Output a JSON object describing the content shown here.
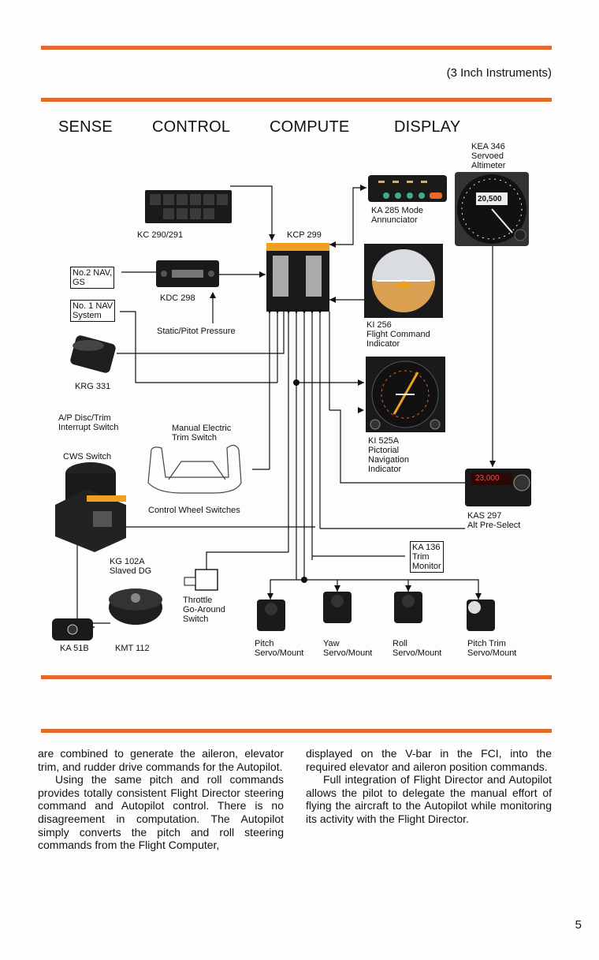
{
  "header": {
    "subtitle": "(3 Inch Instruments)"
  },
  "columns": [
    "SENSE",
    "CONTROL",
    "COMPUTE",
    "DISPLAY"
  ],
  "components": {
    "kea346": "KEA 346\nServoed\nAltimeter",
    "ka285": "KA 285 Mode\nAnnunciator",
    "kc290": "KC 290/291",
    "kcp299": "KCP 299",
    "nav2": "No.2 NAV,\nGS",
    "nav1": "No. 1 NAV\nSystem",
    "kdc298": "KDC 298",
    "static_pitot": "Static/Pitot Pressure",
    "ki256": "KI 256\nFlight Command\nIndicator",
    "krg331": "KRG 331",
    "ap_disc": "A/P Disc/Trim\nInterrupt Switch",
    "manual_trim": "Manual Electric\nTrim Switch",
    "cws": "CWS Switch",
    "ki525a": "KI 525A\nPictorial\nNavigation\nIndicator",
    "control_wheel": "Control Wheel Switches",
    "kas297": "KAS 297\nAlt Pre-Select",
    "ka136": "KA 136\nTrim\nMonitor",
    "kg102a": "KG 102A\nSlaved DG",
    "throttle": "Throttle\nGo-Around\nSwitch",
    "ka51b": "KA 51B",
    "kmt112": "KMT 112",
    "pitch_servo": "Pitch\nServo/Mount",
    "yaw_servo": "Yaw\nServo/Mount",
    "roll_servo": "Roll\nServo/Mount",
    "pitch_trim_servo": "Pitch Trim\nServo/Mount"
  },
  "readouts": {
    "altimeter": "20,500",
    "kas297_display": "23,000"
  },
  "body": {
    "left": [
      "are combined to generate the aileron, elevator trim, and rudder drive commands for the Autopilot.",
      "Using the same pitch and roll commands provides totally consistent Flight Director steering command and Autopilot control. There is no disagreement in computation. The Autopilot simply converts the pitch and roll steering commands from the Flight Computer,"
    ],
    "right": [
      "displayed on the V-bar in the FCI, into the required elevator and aileron position commands.",
      "Full integration of Flight Director and Autopilot allows the pilot to delegate the manual effort of flying the aircraft to the Autopilot while monitoring its activity with the Flight Director."
    ]
  },
  "page_number": "5",
  "colors": {
    "accent": "#e8672a",
    "amber": "#f0a020",
    "instrument": "#1a1a1a"
  }
}
